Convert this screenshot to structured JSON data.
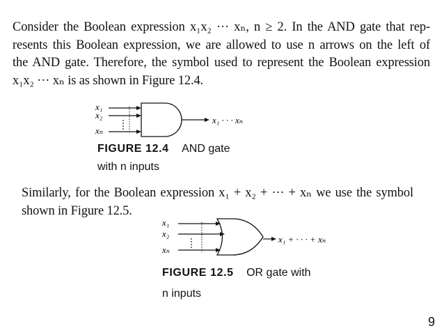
{
  "paragraph1": {
    "line1": "Consider the Boolean expression x₁x₂ ··· xₙ, n ≥ 2. In the AND gate that rep-",
    "line2": "resents this Boolean expression, we are allowed to use n arrows on the left of",
    "line3": "the AND gate. Therefore, the symbol used to represent the Boolean expression",
    "line4": "x₁x₂ ··· xₙ is as shown in Figure 12.4."
  },
  "figure1": {
    "label": "FIGURE 12.4",
    "caption_line1": "AND gate",
    "caption_line2": "with n inputs",
    "input_top": "x₁",
    "input_second": "x₂",
    "input_last": "xₙ",
    "output": "x₁ · · · xₙ"
  },
  "paragraph2": {
    "line1": "Similarly, for the Boolean expression x₁ + x₂ + ··· + xₙ we use the symbol",
    "line2": "shown in Figure 12.5."
  },
  "figure2": {
    "label": "FIGURE 12.5",
    "caption_line1": "OR gate with",
    "caption_line2": "n inputs",
    "input_top": "x₁",
    "input_second": "x₂",
    "input_last": "xₙ",
    "output": "x₁ + · · · + xₙ"
  },
  "page_number": "9"
}
